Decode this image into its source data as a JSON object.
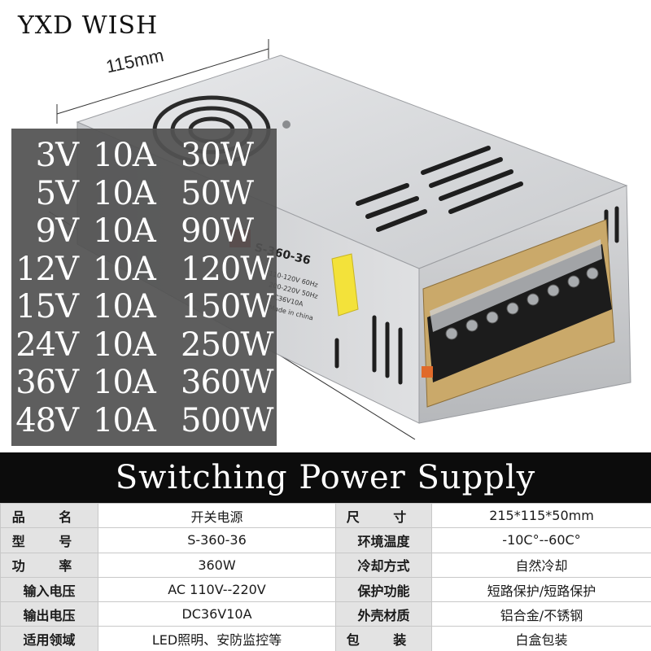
{
  "brand": "YXD WISH",
  "dimension_label": "115mm",
  "model_on_case": "S-360-36",
  "case_sticker": {
    "line1": "110-120V 60Hz",
    "line2": "200-220V 50Hz",
    "line3": "DC36V10A",
    "line4": "Made in china"
  },
  "specs": [
    {
      "voltage": "3V",
      "current": "10A",
      "power": "30W"
    },
    {
      "voltage": "5V",
      "current": "10A",
      "power": "50W"
    },
    {
      "voltage": "9V",
      "current": "10A",
      "power": "90W"
    },
    {
      "voltage": "12V",
      "current": "10A",
      "power": "120W"
    },
    {
      "voltage": "15V",
      "current": "10A",
      "power": "150W"
    },
    {
      "voltage": "24V",
      "current": "10A",
      "power": "250W"
    },
    {
      "voltage": "36V",
      "current": "10A",
      "power": "360W"
    },
    {
      "voltage": "48V",
      "current": "10A",
      "power": "500W"
    }
  ],
  "title": "Switching Power Supply",
  "table": [
    {
      "k1": "品 名",
      "v1": "开关电源",
      "k2": "尺 寸",
      "v2": "215*115*50mm"
    },
    {
      "k1": "型 号",
      "v1": "S-360-36",
      "k2": "环境温度",
      "v2": "-10C°--60C°"
    },
    {
      "k1": "功 率",
      "v1": "360W",
      "k2": "冷却方式",
      "v2": "自然冷却"
    },
    {
      "k1": "输入电压",
      "v1": "AC 110V--220V",
      "k2": "保护功能",
      "v2": "短路保护/短路保护"
    },
    {
      "k1": "输出电压",
      "v1": "DC36V10A",
      "k2": "外壳材质",
      "v2": "铝合金/不锈钢"
    },
    {
      "k1": "适用领域",
      "v1": "LED照明、安防监控等",
      "k2": "包 装",
      "v2": "白盒包装"
    }
  ],
  "colors": {
    "overlay": "#525252",
    "title_band": "#0c0c0c",
    "table_key_bg": "#e3e3e3",
    "case_metal": "#d9dadc",
    "terminal_black": "#1c1c1c",
    "sticker_yellow": "#f3e23a"
  }
}
